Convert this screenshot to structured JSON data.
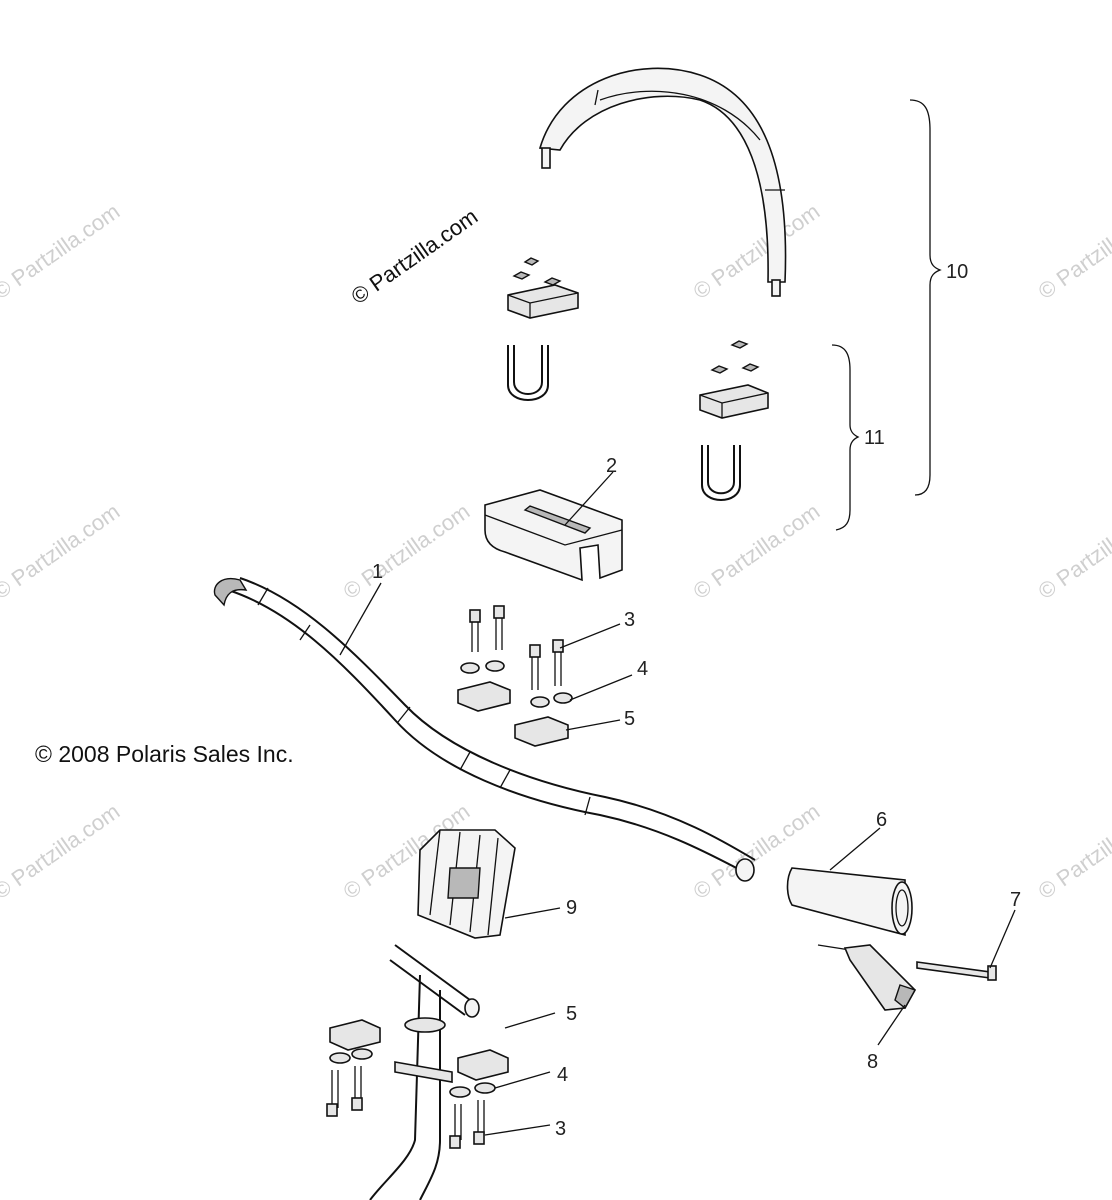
{
  "watermark_text": "© Partzilla.com",
  "copyright": "© 2008 Polaris Sales Inc.",
  "callouts": {
    "c1": "1",
    "c2": "2",
    "c3a": "3",
    "c4a": "4",
    "c5a": "5",
    "c6": "6",
    "c7": "7",
    "c8": "8",
    "c9": "9",
    "c5b": "5",
    "c4b": "4",
    "c3b": "3",
    "c10": "10",
    "c11": "11"
  },
  "colors": {
    "line": "#111111",
    "part_fill": "#e6e6e6",
    "watermark": "#cfcfcf"
  }
}
